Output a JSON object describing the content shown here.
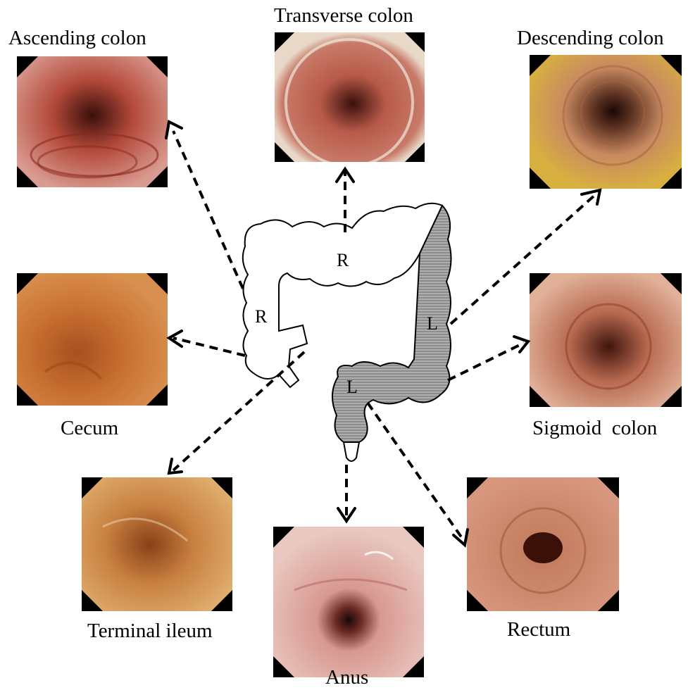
{
  "panels": {
    "ascending": {
      "label": "Ascending colon",
      "rim": "#d99a90",
      "tissue": "#b34a3a",
      "lumen": "#3a0f0a"
    },
    "transverse": {
      "label": "Transverse colon",
      "rim": "#e8d8c8",
      "tissue": "#b85a4a",
      "lumen": "#3a100a"
    },
    "descending": {
      "label": "Descending colon",
      "rim": "#d8b040",
      "tissue": "#c88a60",
      "lumen": "#1a0806"
    },
    "cecum": {
      "label": "Cecum",
      "rim": "#d89050",
      "tissue": "#c87030",
      "lumen": "#a85020"
    },
    "sigmoid": {
      "label": "Sigmoid  colon",
      "rim": "#e0b098",
      "tissue": "#b86a50",
      "lumen": "#40140c"
    },
    "terminal_ileum": {
      "label": "Terminal ileum",
      "rim": "#e0b070",
      "tissue": "#c88040",
      "lumen": "#8a4018"
    },
    "anus": {
      "label": "Anus",
      "rim": "#e8c8c0",
      "tissue": "#d89890",
      "lumen": "#1a0808"
    },
    "rectum": {
      "label": "Rectum",
      "rim": "#d89880",
      "tissue": "#c07858",
      "lumen": "#3a1008"
    }
  },
  "segments": {
    "right_transverse": "R",
    "right_ascending": "R",
    "left_descending": "L",
    "left_sigmoid": "L"
  },
  "colors": {
    "arrow": "#000000",
    "left_colon_fill": "#8c8c8c",
    "right_colon_fill": "#ffffff"
  }
}
